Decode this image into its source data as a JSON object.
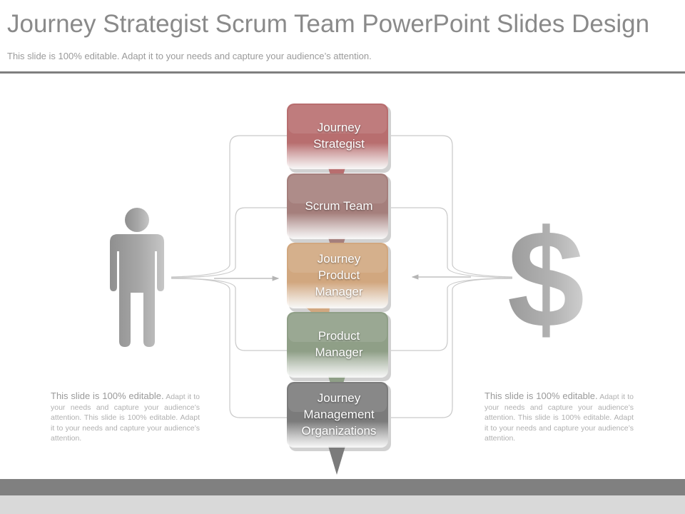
{
  "header": {
    "title": "Journey Strategist Scrum Team PowerPoint Slides Design",
    "subtitle": "This slide is 100% editable. Adapt it to your needs and capture your audience’s attention."
  },
  "stack": [
    {
      "label": "Journey\nStrategist",
      "color": "#b86e6f"
    },
    {
      "label": "Scrum Team",
      "color": "#a57f7c"
    },
    {
      "label": "Journey\nProduct\nManager",
      "color": "#d1a77f"
    },
    {
      "label": "Product\nManager",
      "color": "#8f9f87"
    },
    {
      "label": "Journey\nManagement\nOrganizations",
      "color": "#7b7b7b"
    }
  ],
  "left_text": {
    "lead": "This slide is 100% editable.",
    "body": "Adapt it to your needs and capture your audience’s attention. This slide is 100% editable. Adapt it to your needs and capture your audience’s attention."
  },
  "right_text": {
    "lead": "This slide is 100% editable.",
    "body": "Adapt it to your needs and capture your audience’s attention. This slide is 100% editable. Adapt it to your needs and capture your audience’s attention."
  },
  "icons": {
    "left": "person-icon",
    "right": "dollar-sign-icon",
    "icon_color": "#a6a6a6"
  },
  "theme": {
    "rule_color": "#7f7f7f",
    "footer_dark": "#808080",
    "footer_light": "#d9d9d9"
  }
}
